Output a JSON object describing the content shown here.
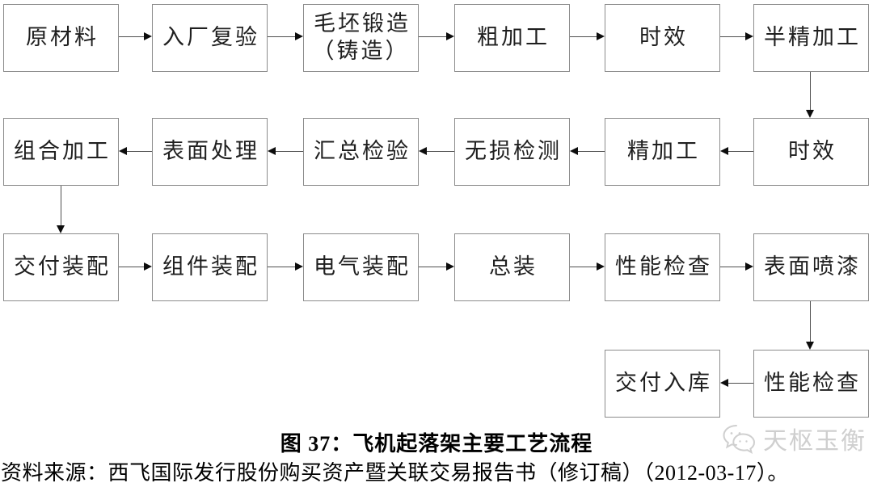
{
  "figure": {
    "caption": "图 37：飞机起落架主要工艺流程",
    "source": "资料来源：西飞国际发行股份购买资产暨关联交易报告书（修订稿）（2012-03-17）。"
  },
  "watermark": {
    "label": "天枢玉衡",
    "icon": "wechat-logo-icon"
  },
  "colors": {
    "box_border": "#8c8c8c",
    "text": "#1f1f1f",
    "line": "#4f4f4f",
    "arrowhead": "#0d0d0d",
    "watermark": "#cfcfcf",
    "bg": "#ffffff"
  },
  "flowchart": {
    "title": "飞机起落架主要工艺流程",
    "nodes": {
      "r1c1": "原材料",
      "r1c2": "入厂复验",
      "r1c3": "毛坯锻造\n（铸造）",
      "r1c4": "粗加工",
      "r1c5": "时效",
      "r1c6": "半精加工",
      "r2c1": "组合加工",
      "r2c2": "表面处理",
      "r2c3": "汇总检验",
      "r2c4": "无损检测",
      "r2c5": "精加工",
      "r2c6": "时效",
      "r3c1": "交付装配",
      "r3c2": "组件装配",
      "r3c3": "电气装配",
      "r3c4": "总装",
      "r3c5": "性能检查",
      "r3c6": "表面喷漆",
      "r4c5": "交付入库",
      "r4c6": "性能检查"
    }
  }
}
